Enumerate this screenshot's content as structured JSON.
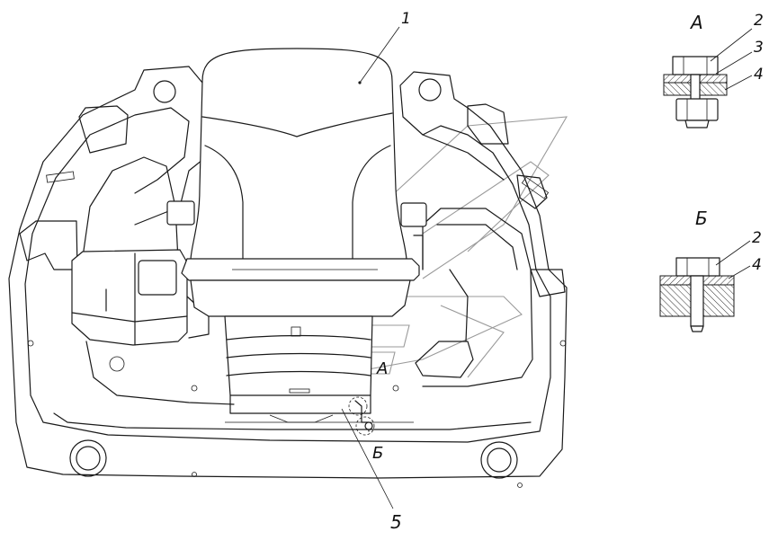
{
  "callouts": {
    "seat": "1",
    "fixing": "5"
  },
  "views": {
    "a": {
      "title": "А",
      "labels": [
        "2",
        "3",
        "4"
      ]
    },
    "b": {
      "title": "Б",
      "labels": [
        "2",
        "4"
      ]
    }
  },
  "view_markers": {
    "a": "А",
    "b": "Б"
  }
}
